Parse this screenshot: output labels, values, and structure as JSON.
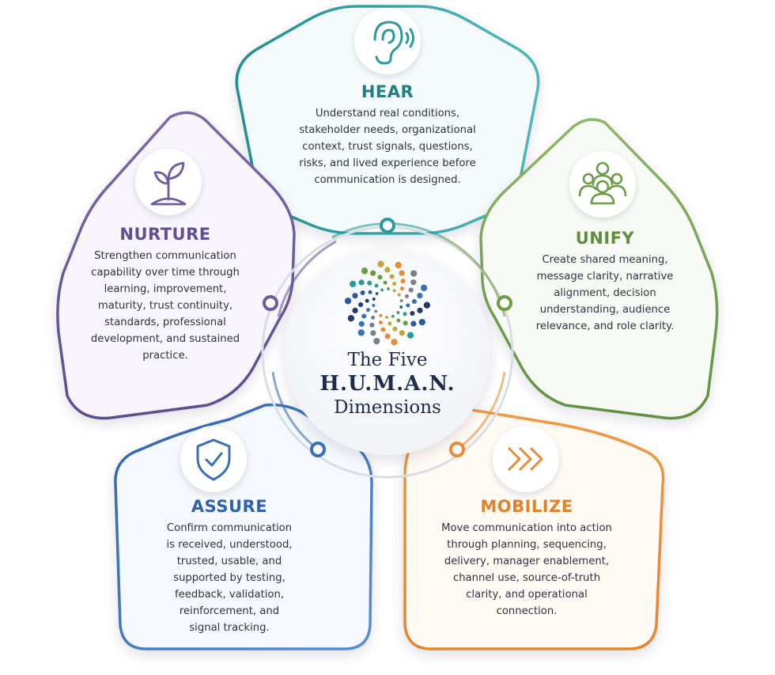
{
  "center": {
    "title_line1": "The Five",
    "title_line2": "H.U.M.A.N.",
    "title_line3": "Dimensions"
  },
  "dimensions": [
    {
      "key": "hear",
      "title": "HEAR",
      "body": "Understand real conditions, stakeholder needs, organizational context, trust signals, questions, risks, and lived experience before communication is designed.",
      "color": "#2a9a9d",
      "icon": "ear-icon"
    },
    {
      "key": "unify",
      "title": "UNIFY",
      "body": "Create shared meaning, message clarity, narrative alignment, decision understanding, audience relevance, and role clarity.",
      "color": "#6a9b45",
      "icon": "people-group-icon"
    },
    {
      "key": "mobilize",
      "title": "MOBILIZE",
      "body": "Move communication into action through planning, sequencing, delivery, manager enablement, channel use, source-of-truth clarity, and operational connection.",
      "color": "#e98a34",
      "icon": "chevrons-right-icon"
    },
    {
      "key": "assure",
      "title": "ASSURE",
      "body": "Confirm communication is received, understood, trusted, usable, and supported by testing, feedback, validation, reinforcement, and signal tracking.",
      "color": "#3b6eb8",
      "icon": "shield-check-icon"
    },
    {
      "key": "nurture",
      "title": "NURTURE",
      "body": "Strengthen communication capability over time through learning, improvement, maturity, trust continuity, standards, professional development, and sustained practice.",
      "color": "#6e5a9e",
      "icon": "sprout-icon"
    }
  ]
}
